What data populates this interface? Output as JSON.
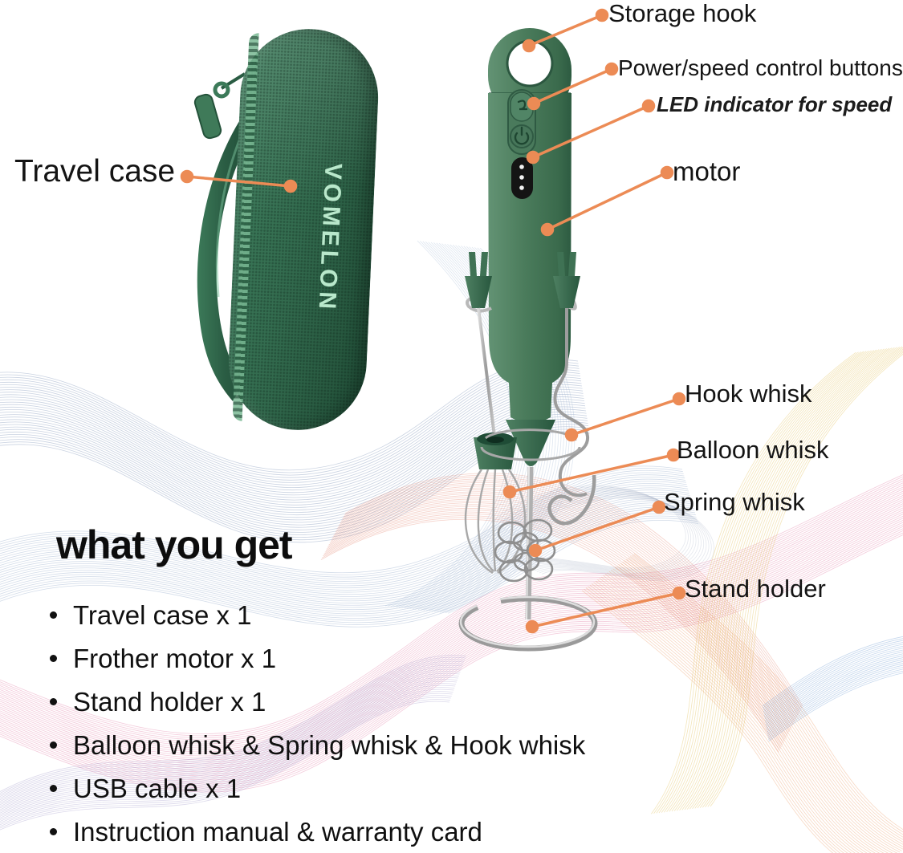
{
  "brand": "VOMELON",
  "labels": {
    "storage_hook": "Storage hook",
    "power_speed": "Power/speed control buttons",
    "led_indicator": "LED indicator for speed",
    "motor": "motor",
    "travel_case": "Travel case",
    "hook_whisk": "Hook whisk",
    "balloon_whisk": "Balloon whisk",
    "spring_whisk": "Spring whisk",
    "stand_holder": "Stand holder"
  },
  "whats_included": {
    "heading": "what you get",
    "items": [
      "Travel case x 1",
      "Frother motor x 1",
      "Stand holder x 1",
      "Balloon whisk & Spring whisk & Hook whisk",
      "USB cable x 1",
      "Instruction manual & warranty card"
    ]
  },
  "colors": {
    "callout_orange": "#EC8B55",
    "product_green": "#4A7B5B",
    "case_green": "#2F6A4D",
    "brand_text": "#B9E8CB",
    "text": "#111111"
  }
}
